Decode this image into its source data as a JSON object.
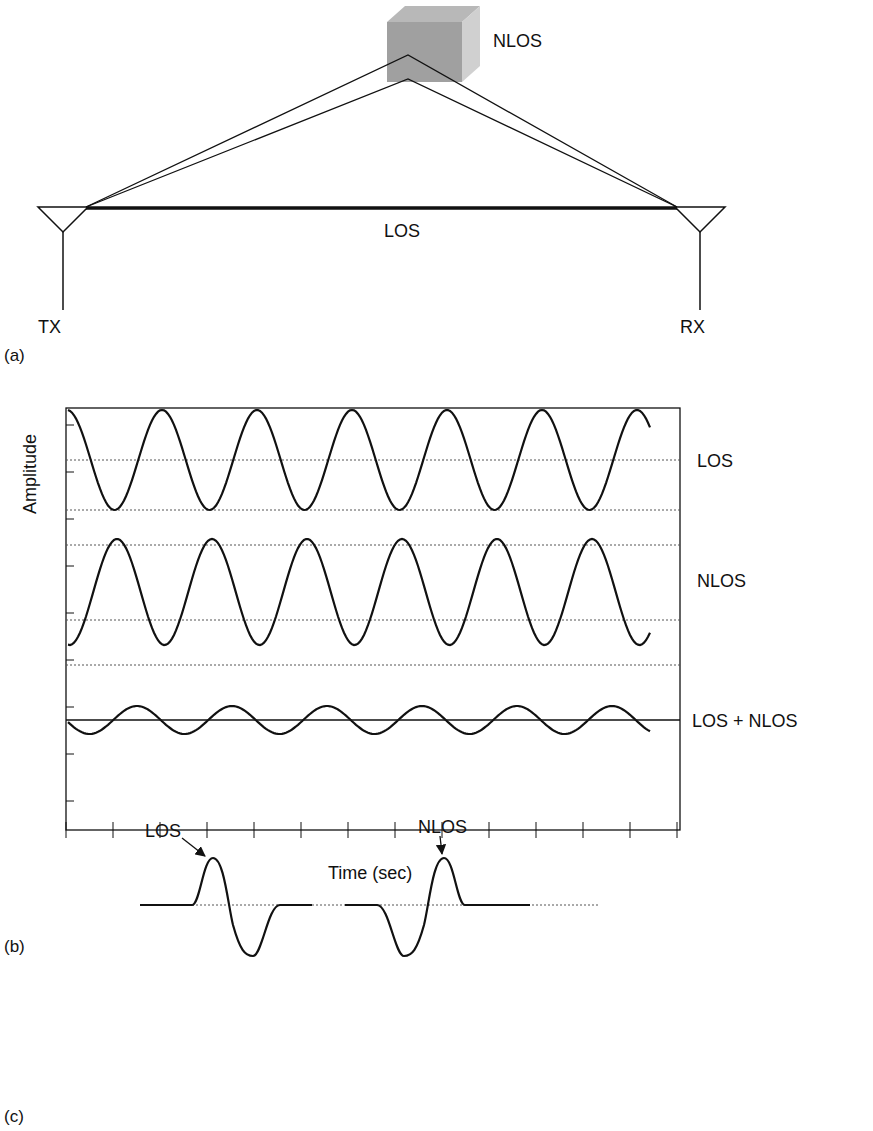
{
  "diagram": {
    "labels": [
      "NLOS",
      "LOS",
      "TX",
      "RX",
      "(a)",
      "Amplitude",
      "LOS",
      "NLOS",
      "LOS + NLOS",
      "Time (sec)",
      "(b)",
      "LOS",
      "NLOS",
      "(c)"
    ]
  }
}
